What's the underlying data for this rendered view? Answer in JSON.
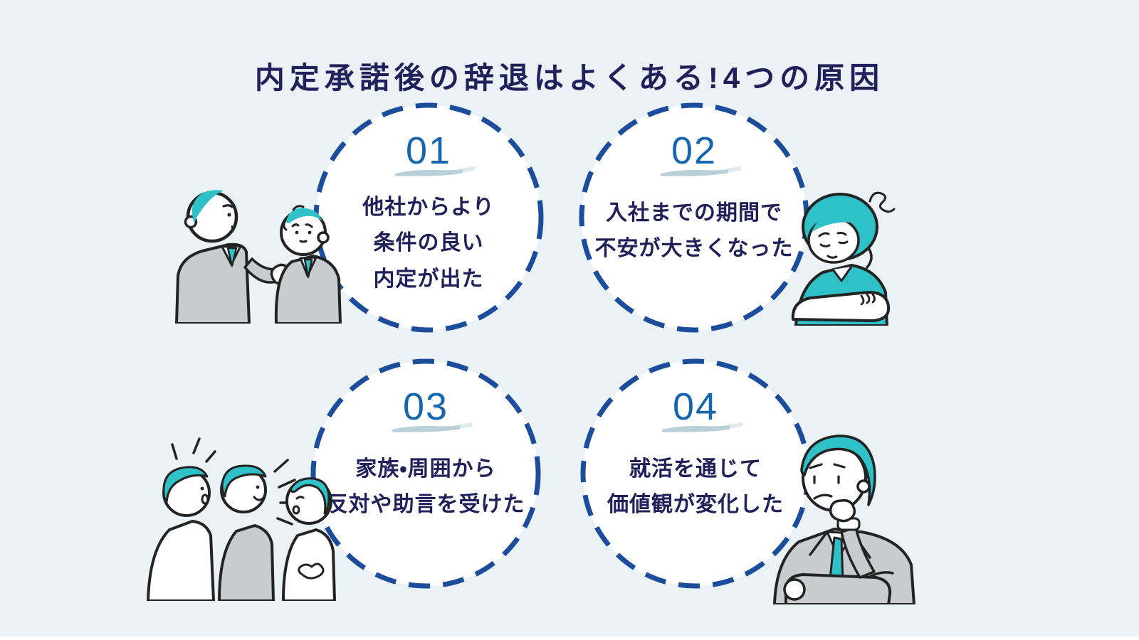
{
  "title": "内定承諾後の辞退はよくある!4つの原因",
  "colors": {
    "background": "#ebf2f6",
    "circle_fill": "#ffffff",
    "circle_border": "#1c4c9c",
    "number_blue": "#1566af",
    "brush_underline": "#b9d0d9",
    "body_text": "#20215a",
    "teal_accent": "#2ec1c7",
    "suit_gray": "#c9cccd",
    "line_ink": "#232323"
  },
  "causes": [
    {
      "number": "01",
      "lines": [
        "他社からより",
        "条件の良い",
        "内定が出た"
      ]
    },
    {
      "number": "02",
      "lines": [
        "入社までの期間で",
        "不安が大きくなった"
      ]
    },
    {
      "number": "03",
      "lines": [
        "家族・周囲から",
        "反対や助言を受けた"
      ]
    },
    {
      "number": "04",
      "lines": [
        "就活を通じて",
        "価値観が変化した"
      ]
    }
  ],
  "illustrations": [
    {
      "name": "two-businessmen-talking"
    },
    {
      "name": "worried-woman-arms-crossed"
    },
    {
      "name": "family-giving-advice"
    },
    {
      "name": "thinking-businessman"
    }
  ]
}
